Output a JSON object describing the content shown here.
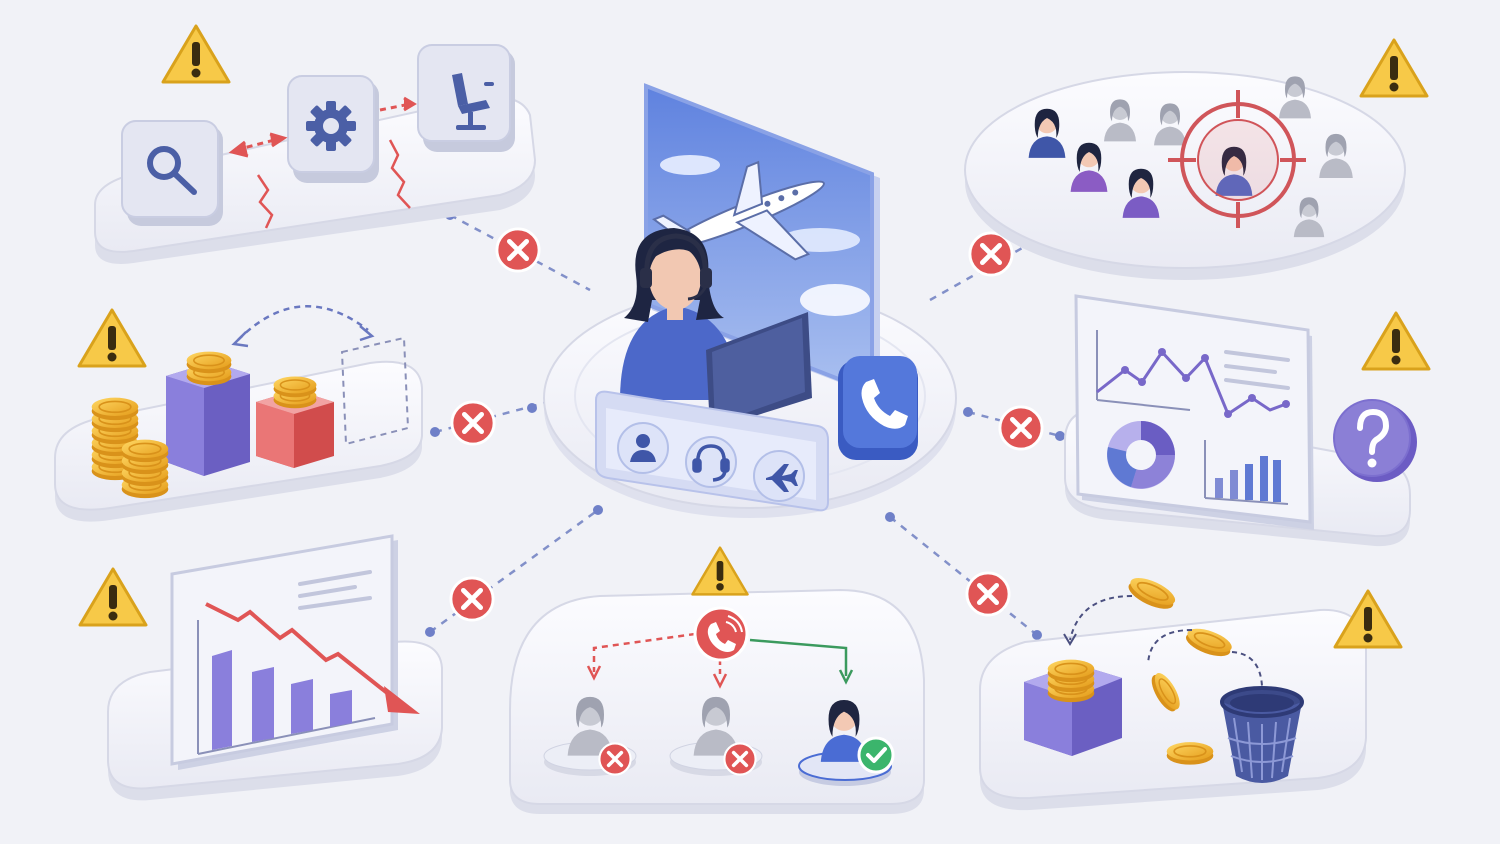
{
  "colors": {
    "background": "#f1f2f7",
    "platform": "#f8f8fc",
    "platform_edge": "#d9dbe8",
    "accent_blue": "#4a6cd4",
    "accent_purple": "#8b7fd6",
    "warning_yellow": "#f7c948",
    "error_red": "#e05555",
    "success_green": "#3bb56c",
    "coin_gold": "#f2b62e",
    "connector": "#8290c9"
  },
  "center": {
    "monitor_scene": "airplane-in-sky",
    "agent": "call-center-agent-with-headset",
    "phone_badge_icon": "phone-icon",
    "desk_icons": [
      "user-icon",
      "headset-icon",
      "airplane-icon"
    ]
  },
  "modules": [
    {
      "id": "workflow",
      "icons": [
        "search-icon",
        "gear-icon",
        "seat-icon"
      ],
      "warning": true
    },
    {
      "id": "audience-targeting",
      "icons": [
        "people-icon",
        "target-icon"
      ],
      "warning": true
    },
    {
      "id": "budget-allocation",
      "icons": [
        "coin-stack-icon",
        "cube-icon"
      ],
      "warning": true
    },
    {
      "id": "analytics-dashboard",
      "icons": [
        "line-chart-icon",
        "donut-chart-icon",
        "bar-chart-icon",
        "question-icon"
      ],
      "warning": true
    },
    {
      "id": "declining-sales",
      "icons": [
        "declining-bar-chart-icon",
        "down-arrow-icon"
      ],
      "warning": true
    },
    {
      "id": "call-routing",
      "icons": [
        "phone-call-icon",
        "agent-icon",
        "check-icon",
        "x-icon"
      ],
      "warning": true
    },
    {
      "id": "wasted-spend",
      "icons": [
        "coin-icon",
        "trash-bin-icon",
        "cube-icon"
      ],
      "warning": true
    }
  ],
  "connections_broken": 7
}
